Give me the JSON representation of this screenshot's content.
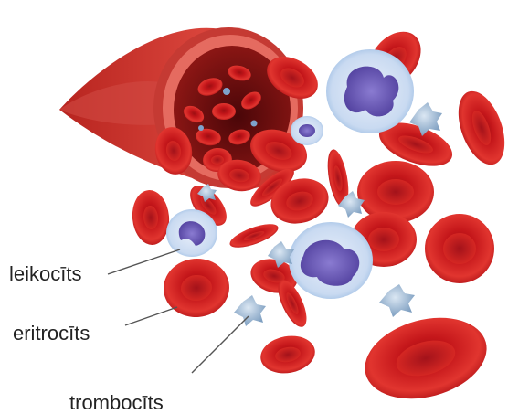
{
  "labels": {
    "leukocyte": "leikocīts",
    "erythrocyte": "eritrocīts",
    "thrombocyte": "trombocīts"
  },
  "colors": {
    "rbc_main": "#d0191c",
    "rbc_dark": "#8e0d10",
    "rbc_light": "#ef4a45",
    "vessel_wall": "#c8322d",
    "leukocyte_body": "#dfe9f6",
    "leukocyte_nucleus": "#6a59b8",
    "platelet": "#a8c2dd",
    "leader_line": "#555555"
  }
}
